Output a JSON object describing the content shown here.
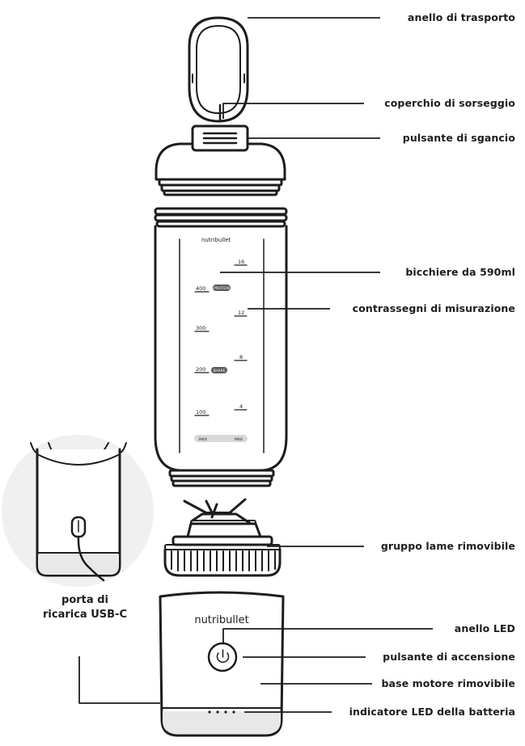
{
  "colors": {
    "stroke": "#1d1d1b",
    "fill_light": "#e8e8e8",
    "inset_bg": "#f0f0f0",
    "label": "#1d1d1b"
  },
  "labels": {
    "carry_ring": "anello di trasporto",
    "sip_lid": "coperchio di sorseggio",
    "release_button": "pulsante di sgancio",
    "cup": "bicchiere da 590ml",
    "measurement_marks": "contrassegni di misurazione",
    "blade_assembly": "gruppo lame rimovibile",
    "led_ring": "anello LED",
    "power_button": "pulsante di accensione",
    "motor_base": "base motore rimovibile",
    "battery_indicator": "indicatore LED della batteria"
  },
  "inset": {
    "caption_line1": "porta di",
    "caption_line2": "ricarica USB-C"
  },
  "brand": {
    "cup_logo": "nutribullet",
    "base_logo": "nutribullet"
  },
  "cup_marks": {
    "ml": [
      "400",
      "300",
      "200",
      "100"
    ],
    "oz": [
      "16",
      "12",
      "8",
      "4"
    ],
    "badge_top": "PROTEIN",
    "badge_mid": "SHAKE",
    "badge_bottom_left": "MAX",
    "badge_bottom_right": "MAX"
  }
}
